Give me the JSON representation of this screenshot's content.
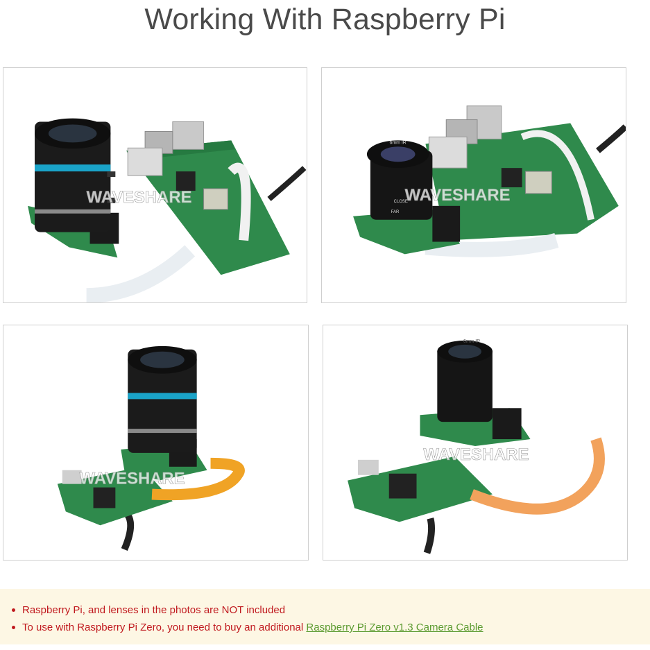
{
  "page": {
    "title": "Working With Raspberry Pi"
  },
  "photos": [
    {
      "name": "camera-16mm-lens-with-pi4",
      "watermark": "WAVESHARE"
    },
    {
      "name": "camera-6mm-lens-with-pi4",
      "watermark": "WAVESHARE",
      "lens_text": "6mm IR",
      "close_text": "CLOSE",
      "far_text": "FAR"
    },
    {
      "name": "camera-16mm-lens-with-pi-zero",
      "watermark": "WAVESHARE"
    },
    {
      "name": "camera-6mm-lens-with-pi-zero",
      "watermark": "WAVESHARE",
      "lens_text": "6mm IR"
    }
  ],
  "notes": {
    "items": [
      {
        "text": "Raspberry Pi, and lenses in the photos are NOT included"
      },
      {
        "text": "To use with Raspberry Pi Zero, you need to buy an additional ",
        "link_text": "Raspberry Pi Zero v1.3 Camera Cable"
      }
    ]
  },
  "colors": {
    "title": "#4a4a4a",
    "note_text": "#c0191e",
    "link": "#5b9a2f",
    "notes_bg": "#fdf7e4",
    "pcb_green": "#2f8a4c",
    "lens_ring": "#1aa3c8"
  }
}
